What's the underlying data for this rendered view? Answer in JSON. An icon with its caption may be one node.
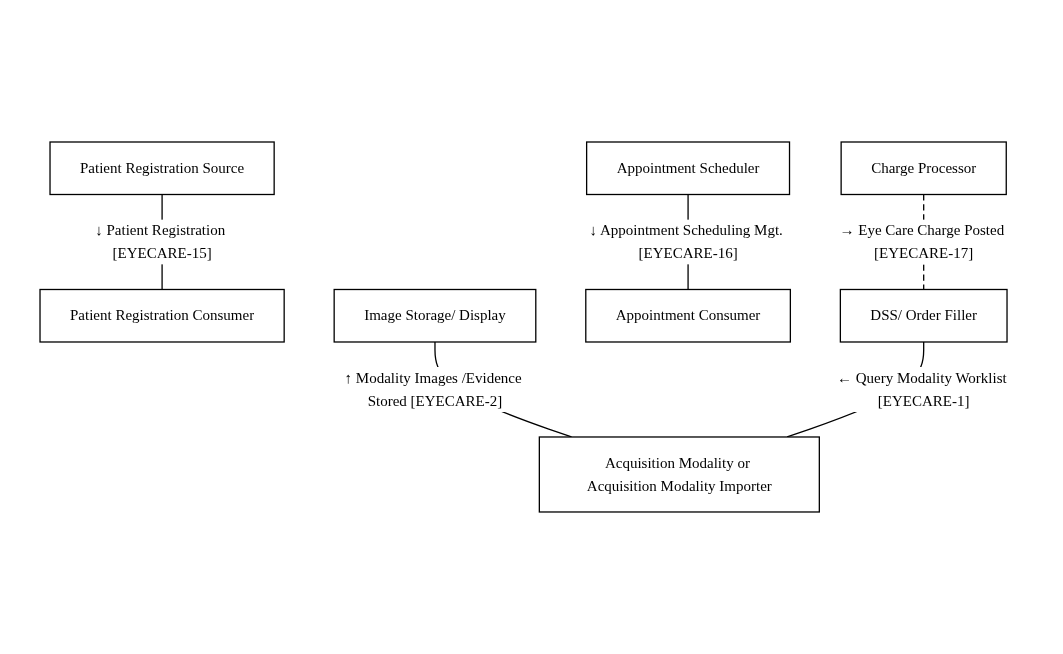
{
  "diagram": {
    "nodes": [
      {
        "text": [
          "Patient Registration Source"
        ]
      },
      {
        "text": [
          "Appointment Scheduler"
        ]
      },
      {
        "text": [
          "Charge Processor"
        ]
      },
      {
        "text": [
          "Patient Registration Consumer"
        ]
      },
      {
        "text": [
          "DSS/ Order Filler"
        ]
      },
      {
        "text": [
          "Appointment Consumer"
        ]
      },
      {
        "text": [
          "Image Storage/ Display"
        ]
      },
      {
        "text": [
          "Acquisition Modality or Acquisition Modality Importer"
        ]
      }
    ],
    "edges": [
      {
        "from": 0,
        "to": 3,
        "arrow": "none",
        "label": "↓ Patient Registration [EYECARE-15]"
      },
      {
        "from": 1,
        "to": 5,
        "arrow": "none",
        "label": "↓ Appointment Scheduling Mgt. [EYECARE-16]"
      },
      {
        "from": 2,
        "to": 4,
        "arrow": "none",
        "style": "dashed",
        "label": "→ Eye Care Charge Posted [EYECARE-17]"
      },
      {
        "from": 6,
        "to": 7,
        "arrow": "none",
        "label": "↑ Modality Images /Evidence Stored [EYECARE-2]"
      },
      {
        "from": 4,
        "to": 7,
        "arrow": "none",
        "label": "← Query Modality Worklist [EYECARE-1]"
      }
    ]
  }
}
